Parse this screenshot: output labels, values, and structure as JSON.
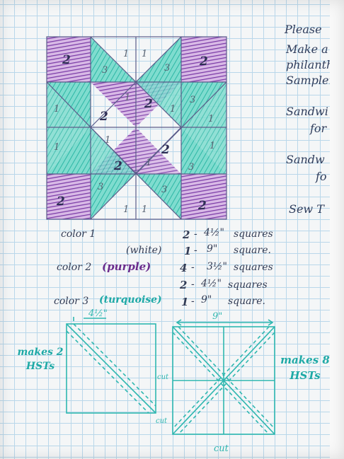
{
  "notes": [
    "Please",
    "Make a",
    "philanth",
    "Sampler",
    "Sandwi",
    "for",
    "Sandw",
    "fo",
    "Sew T"
  ],
  "block_numbers": {
    "corner": "2",
    "hst_turquoise": "3",
    "white": "1",
    "center_purple": "2"
  },
  "materials": [
    {
      "color_label": "color 1",
      "count": "2",
      "dash": "-",
      "size": "4½\"",
      "unit": "squares"
    },
    {
      "color_label": "(white)",
      "count": "1",
      "dash": "-",
      "size": "9\"",
      "unit": "square."
    },
    {
      "color_label": "color 2",
      "paren": "(purple)",
      "count": "4",
      "dash": "-",
      "size": "3½\"",
      "unit": "squares"
    },
    {
      "color_label": "",
      "count": "2",
      "dash": "-",
      "size": "4½\"",
      "unit": "squares"
    },
    {
      "color_label": "color 3",
      "paren": "(turquoise)",
      "count": "1",
      "dash": "-",
      "size": "9\"",
      "unit": "square."
    }
  ],
  "diagram": {
    "left_size": "4½\"",
    "right_size": "9\"",
    "left_makes": "makes 2 HSTs",
    "right_makes": "makes 8 HSTs",
    "cut_label": "cut"
  },
  "colors": {
    "purple": "#7a3aa6",
    "turquoise": "#33c3b3",
    "ink": "#2f3d5c"
  }
}
